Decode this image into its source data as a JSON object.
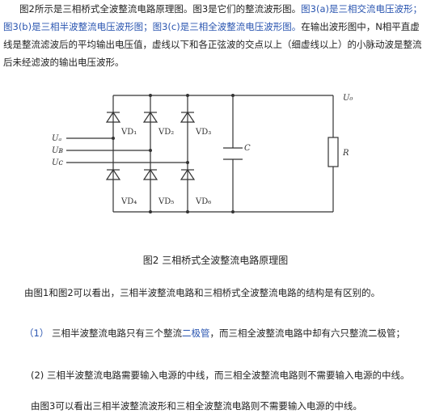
{
  "intro": {
    "p1": "图2所示是三相桥式全波整流电路原理图。图3是它们的整流波形图。",
    "p1_link": "图3(a)是三相交流电压波形；图3(b)是三相半波整流电压波形图；图3(c)是三相全波整流电压波形图。",
    "p1_rest": "在输出波形图中，N相平直虚线是整流滤波后的平均输出电压值，虚线以下和各正弦波的交点以上（细虚线以上）的小脉动波是整流后未经滤波的输出电压波形。"
  },
  "circuit": {
    "output_label": "U₀",
    "inputs": [
      "Uₐ",
      "Uʙ",
      "Uᴄ"
    ],
    "input_letters": [
      "A",
      "B",
      "C"
    ],
    "upper_diodes": [
      "VD₁",
      "VD₂",
      "VD₃"
    ],
    "lower_diodes": [
      "VD₄",
      "VD₅",
      "VD₆"
    ],
    "capacitor": "C",
    "resistor": "R"
  },
  "caption": "图2 三相桥式全波整流电路原理图",
  "lines": {
    "l1": "由图1和图2可以看出，三相半波整流电路和三相桥式全波整流电路的结构是有区别的。",
    "l2_num": "（1）",
    "l2_a": " 三相半波整流电路只有三个整流",
    "l2_link": "二极管",
    "l2_b": "，而三相全波整流电路中却有六只整流二极管；",
    "l3": "(2) 三相半波整流电路需要输入电源的中线，而三相全波整流电路则不需要输入电源的中线。",
    "l4": "由图3可以看出三相半波整流波形和三相全波整流电路则不需要输入电源的中线。"
  }
}
